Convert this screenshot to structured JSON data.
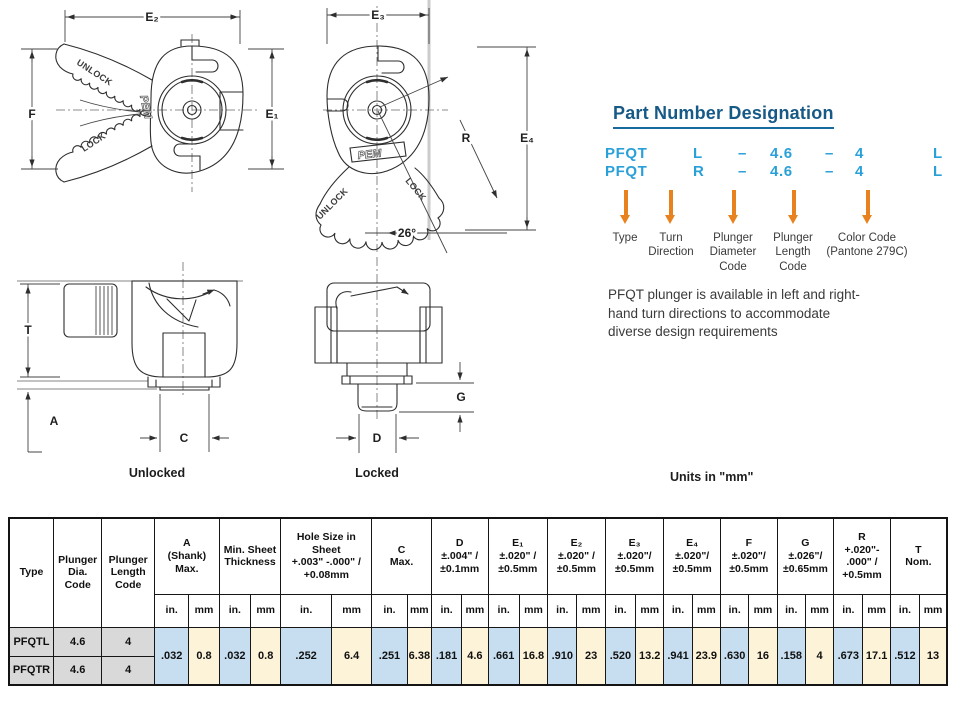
{
  "theme": {
    "accent_blue": "#2aa0d8",
    "title_blue": "#175a86",
    "arrow_orange": "#e8821e",
    "table_in_bg": "#c7def0",
    "table_mm_bg": "#fcf3d8",
    "table_row_head_bg": "#d9d9d9"
  },
  "drawings": {
    "dims": {
      "e1": "E₁",
      "e2": "E₂",
      "e3": "E₃",
      "e4": "E₄",
      "f": "F",
      "r": "R",
      "t": "T",
      "a": "A",
      "c": "C",
      "d": "D",
      "g": "G",
      "angle": "26°"
    },
    "texts": {
      "unlock": "UNLOCK",
      "lock": "LOCK",
      "brand": "PEM"
    },
    "captions": {
      "unlocked": "Unlocked",
      "locked": "Locked"
    }
  },
  "part_number": {
    "title": "Part Number Designation",
    "rows": [
      {
        "type": "PFQT",
        "turn": "L",
        "dash1": "–",
        "dia": "4.6",
        "dash2": "–",
        "len": "4",
        "color": "L"
      },
      {
        "type": "PFQT",
        "turn": "R",
        "dash1": "–",
        "dia": "4.6",
        "dash2": "–",
        "len": "4",
        "color": "L"
      }
    ],
    "labels": [
      "Type",
      "Turn\nDirection",
      "Plunger\nDiameter\nCode",
      "Plunger\nLength\nCode",
      "Color Code\n(Pantone 279C)"
    ],
    "note": "PFQT plunger is available in left and right-\nhand turn directions to accommodate\ndiverse design requirements"
  },
  "units_note": "Units in \"mm\"",
  "table": {
    "head": {
      "type": "Type",
      "dia": "Plunger\nDia.\nCode",
      "len": "Plunger\nLength\nCode",
      "in": "in.",
      "mm": "mm",
      "groups": [
        "A\n(Shank)\nMax.",
        "Min. Sheet\nThickness",
        "Hole Size in\nSheet\n+.003\" -.000\" /\n+0.08mm",
        "C\nMax.",
        "D\n±.004\" /\n±0.1mm",
        "E₁\n±.020\" /\n±0.5mm",
        "E₂\n±.020\" /\n±0.5mm",
        "E₃\n±.020\"/\n±0.5mm",
        "E₄\n±.020\"/\n±0.5mm",
        "F\n±.020\"/\n±0.5mm",
        "G\n±.026\"/\n±0.65mm",
        "R\n+.020\"-\n.000\" /\n+0.5mm",
        "T\nNom."
      ]
    },
    "rows": [
      {
        "type": "PFQTL",
        "dia": "4.6",
        "len": "4"
      },
      {
        "type": "PFQTR",
        "dia": "4.6",
        "len": "4"
      }
    ],
    "values": [
      ".032",
      "0.8",
      ".032",
      "0.8",
      ".252",
      "6.4",
      ".251",
      "6.38",
      ".181",
      "4.6",
      ".661",
      "16.8",
      ".910",
      "23",
      ".520",
      "13.2",
      ".941",
      "23.9",
      ".630",
      "16",
      ".158",
      "4",
      ".673",
      "17.1",
      ".512",
      "13"
    ]
  }
}
